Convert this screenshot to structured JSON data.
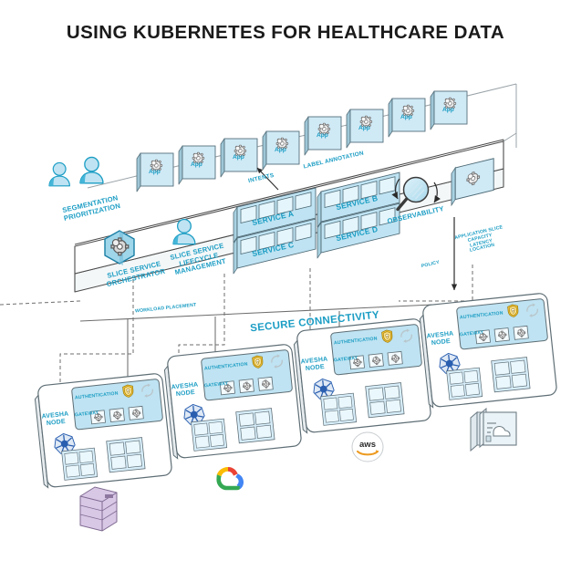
{
  "page": {
    "title": "USING KUBERNETES FOR HEALTHCARE DATA",
    "background": "#ffffff"
  },
  "colors": {
    "accent_teal": "#1b9dc4",
    "accent_teal_dark": "#0e7fa5",
    "panel_fill": "#bfe3f2",
    "panel_fill_light": "#d9eff8",
    "slab_fill": "#ffffff",
    "outline": "#4a4a4a",
    "outline_light": "#8e9699",
    "gear_gray": "#e8e8e8",
    "shield_gold": "#f2c230",
    "k8s_blue": "#2a5fb0",
    "server_purple": "#cbb8db",
    "gcp_red": "#ea4335",
    "gcp_blue": "#4285f4",
    "gcp_yellow": "#fbbc05",
    "gcp_green": "#34a853",
    "aws_orange": "#ed9a1f",
    "title_color": "#1a1a1a"
  },
  "apps": {
    "icon": "gear-icon",
    "cards": [
      {
        "label": "App"
      },
      {
        "label": "App"
      },
      {
        "label": "App"
      },
      {
        "label": "App"
      },
      {
        "label": "App"
      },
      {
        "label": "App"
      },
      {
        "label": "App"
      },
      {
        "label": "App"
      }
    ]
  },
  "annotations": {
    "intents": "INTENTS",
    "label_annotation": "LABEL ANNOTATION",
    "workload_placement": "WORKLOAD PLACEMENT",
    "secure_connectivity": "SECURE CONNECTIVITY",
    "policy": "POLICY",
    "policy_attributes": "APPLICATION SLICE\nCAPACITY\nLATENCY\nLOCATION"
  },
  "actors": {
    "icon": "person-icon",
    "label": "SEGMENTATION\nPRIORITIZATION",
    "count": 2
  },
  "platform": {
    "orchestrator": {
      "label": "SLICE SERVICE\nORCHESTRATOR",
      "icon": "hexagon-gear-icon"
    },
    "lifecycle": {
      "label": "SLICE SERVICE\nLIFECYCLE\nMANAGEMENT",
      "icon": "person-icon"
    },
    "observability": {
      "label": "OBSERVABILITY",
      "icon": "magnifier-icon"
    },
    "services": [
      {
        "label": "SERVICE A",
        "pods": 4
      },
      {
        "label": "SERVICE B",
        "pods": 4
      },
      {
        "label": "SERVICE C",
        "pods": 4
      },
      {
        "label": "SERVICE D",
        "pods": 4
      }
    ],
    "side_app": {
      "label": "",
      "icon": "gear-icon"
    }
  },
  "nodes": [
    {
      "title": "AVESHA\nNODE",
      "auth_label": "AUTHENTICATION",
      "gateway_label": "GATEWAY",
      "icons": [
        "shield-icon",
        "sync-icon",
        "kubernetes-icon"
      ],
      "gateway_pods": 3,
      "cluster_groups": 2,
      "cluster_pods_per_group": 4
    },
    {
      "title": "AVESHA\nNODE",
      "auth_label": "AUTHENTICATION",
      "gateway_label": "GATEWAY",
      "icons": [
        "shield-icon",
        "sync-icon",
        "kubernetes-icon"
      ],
      "gateway_pods": 3,
      "cluster_groups": 2,
      "cluster_pods_per_group": 4
    },
    {
      "title": "AVESHA\nNODE",
      "auth_label": "AUTHENTICATION",
      "gateway_label": "GATEWAY",
      "icons": [
        "shield-icon",
        "sync-icon",
        "kubernetes-icon"
      ],
      "gateway_pods": 3,
      "cluster_groups": 2,
      "cluster_pods_per_group": 4
    },
    {
      "title": "AVESHA\nNODE",
      "auth_label": "AUTHENTICATION",
      "gateway_label": "GATEWAY",
      "icons": [
        "shield-icon",
        "sync-icon",
        "kubernetes-icon"
      ],
      "gateway_pods": 3,
      "cluster_groups": 2,
      "cluster_pods_per_group": 4
    }
  ],
  "infrastructure": [
    {
      "name": "on-prem-server-rack",
      "icon": "server-rack-icon",
      "label": ""
    },
    {
      "name": "google-cloud",
      "icon": "google-cloud-icon",
      "label": ""
    },
    {
      "name": "aws",
      "icon": "aws-icon",
      "label": "aws"
    },
    {
      "name": "cloud-storage",
      "icon": "cloud-cards-icon",
      "label": ""
    }
  ]
}
